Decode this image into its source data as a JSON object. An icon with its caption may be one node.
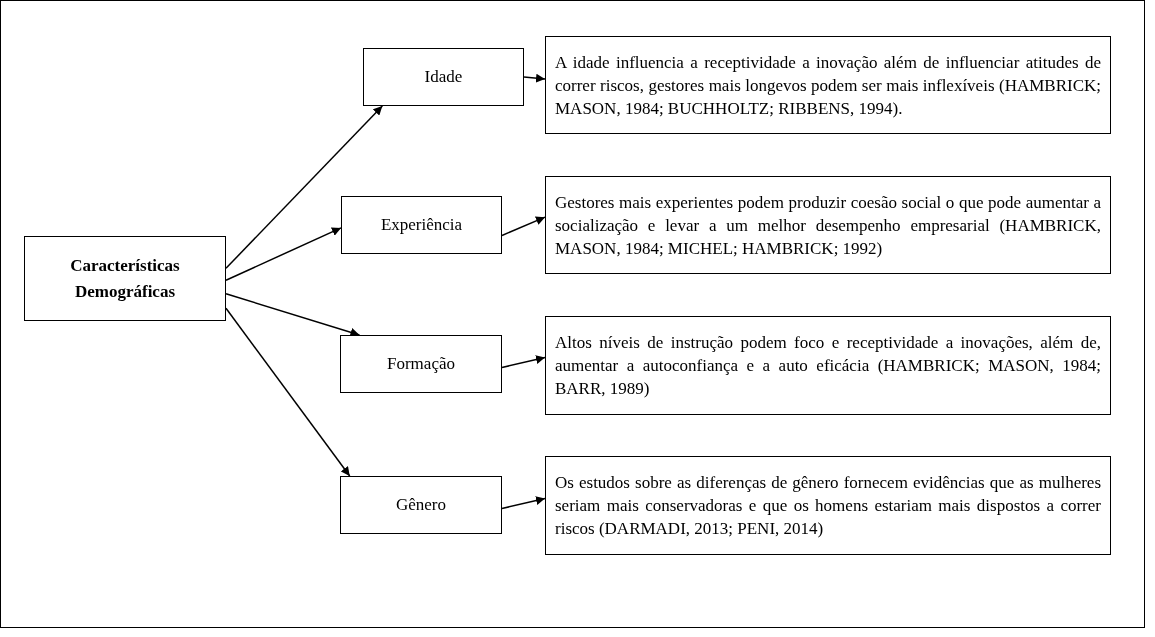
{
  "diagram": {
    "nodes": [
      {
        "text": [
          "Características Demográficas"
        ]
      },
      {
        "text": [
          "Idade"
        ]
      },
      {
        "text": [
          "A idade influencia a receptividade a inovação além de influenciar atitudes de correr riscos, gestores mais longevos podem ser mais inflexíveis (HAMBRICK; MASON, 1984; BUCHHOLTZ; RIBBENS, 1994)."
        ]
      },
      {
        "text": [
          "Experiência"
        ]
      },
      {
        "text": [
          "Gestores mais experientes podem produzir coesão social o que pode aumentar a socialização e levar a um melhor desempenho empresarial (HAMBRICK, MASON, 1984; MICHEL; HAMBRICK; 1992)"
        ]
      },
      {
        "text": [
          "Formação"
        ]
      },
      {
        "text": [
          "Altos níveis de instrução podem foco e receptividade a inovações, além de, aumentar a autoconfiança e a auto eficácia (HAMBRICK; MASON, 1984; BARR, 1989)"
        ]
      },
      {
        "text": [
          "Gênero"
        ]
      },
      {
        "text": [
          "Os estudos sobre as diferenças de gênero fornecem evidências que as mulheres seriam mais conservadoras e que os homens estariam mais dispostos a correr riscos (DARMADI, 2013; PENI, 2014)"
        ]
      }
    ],
    "edges": [
      {
        "from": 0,
        "to": 1,
        "arrow": "to"
      },
      {
        "from": 0,
        "to": 3,
        "arrow": "to"
      },
      {
        "from": 0,
        "to": 5,
        "arrow": "to"
      },
      {
        "from": 0,
        "to": 7,
        "arrow": "to"
      },
      {
        "from": 1,
        "to": 2,
        "arrow": "to"
      },
      {
        "from": 3,
        "to": 4,
        "arrow": "to"
      },
      {
        "from": 5,
        "to": 6,
        "arrow": "to"
      },
      {
        "from": 7,
        "to": 8,
        "arrow": "to"
      }
    ]
  }
}
